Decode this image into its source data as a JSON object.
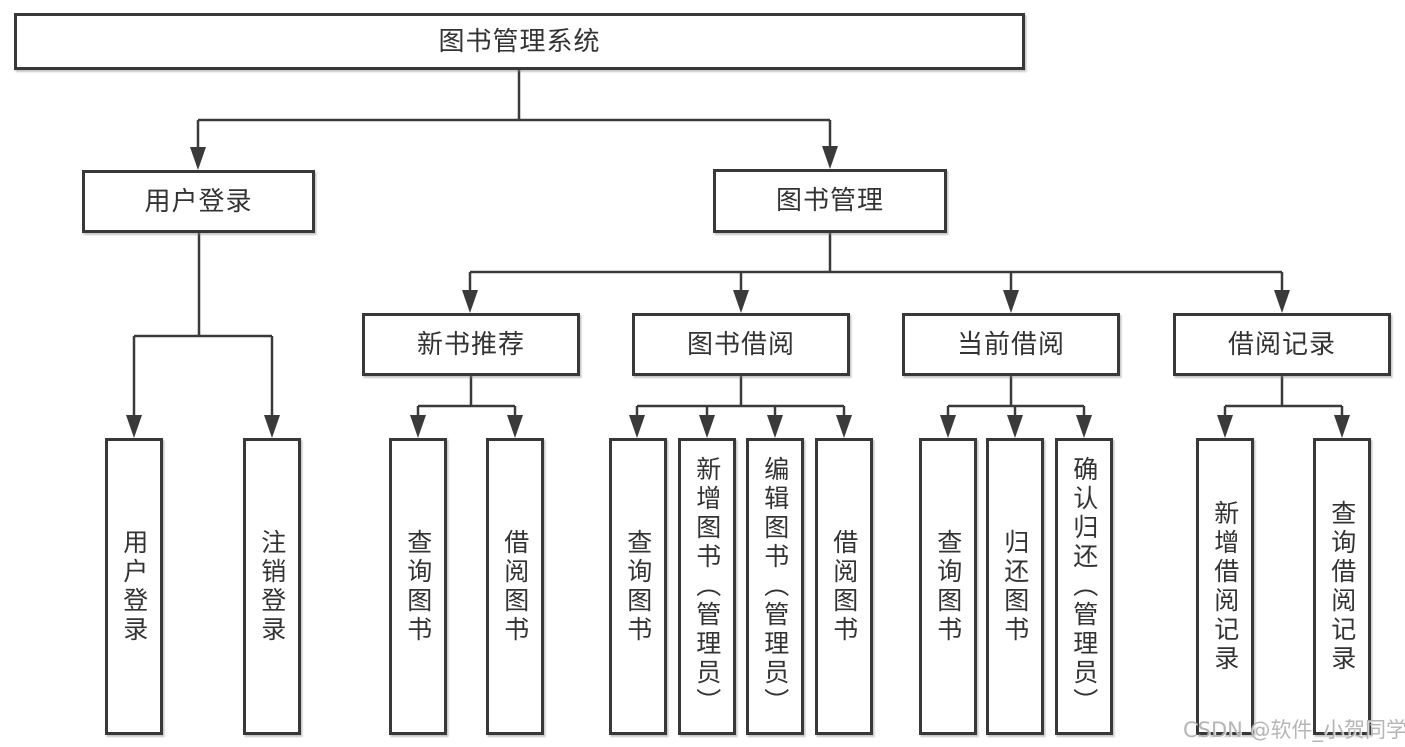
{
  "diagram": {
    "title": "图书管理系统",
    "root": {
      "label": "图书管理系统"
    },
    "level2": [
      {
        "label": "用户登录"
      },
      {
        "label": "图书管理"
      }
    ],
    "level3": [
      {
        "label": "新书推荐"
      },
      {
        "label": "图书借阅"
      },
      {
        "label": "当前借阅"
      },
      {
        "label": "借阅记录"
      }
    ],
    "leaves": [
      {
        "label": "用户登录"
      },
      {
        "label": "注销登录"
      },
      {
        "label": "查询图书"
      },
      {
        "label": "借阅图书"
      },
      {
        "label": "查询图书"
      },
      {
        "label": "新增图书（管理员）"
      },
      {
        "label": "编辑图书（管理员）"
      },
      {
        "label": "借阅图书"
      },
      {
        "label": "查询图书"
      },
      {
        "label": "归还图书"
      },
      {
        "label": "确认归还（管理员）"
      },
      {
        "label": "新增借阅记录"
      },
      {
        "label": "查询借阅记录"
      }
    ],
    "watermark": "CSDN @软件_小贺同学",
    "colors": {
      "line": "#3a3a3a",
      "border": "#383838",
      "text": "#333333",
      "watermark": "#b0b0b0",
      "background": "#ffffff"
    }
  }
}
